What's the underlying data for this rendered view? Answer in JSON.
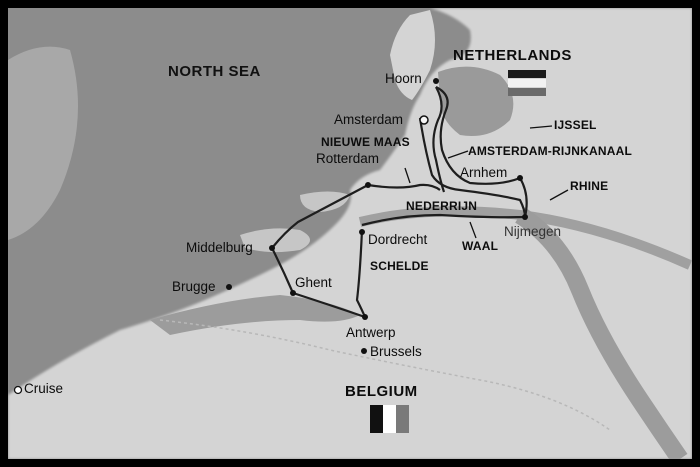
{
  "map": {
    "countries": [
      {
        "key": "netherlands",
        "label": "NETHERLANDS"
      },
      {
        "key": "belgium",
        "label": "BELGIUM"
      }
    ],
    "sea": "NORTH SEA",
    "cities": {
      "hoorn": "Hoorn",
      "amsterdam": "Amsterdam",
      "rotterdam": "Rotterdam",
      "arnhem": "Arnhem",
      "nijmegen": "Nijmegen",
      "dordrecht": "Dordrecht",
      "middelburg": "Middelburg",
      "brugge": "Brugge",
      "ghent": "Ghent",
      "antwerp": "Antwerp",
      "brussels": "Brussels"
    },
    "waterways": {
      "ijssel": "IJSSEL",
      "nieuwe_maas": "NIEUWE MAAS",
      "amsterdam_rijnkanaal": "AMSTERDAM-RIJNKANAAL",
      "rhine": "RHINE",
      "nederrijn": "NEDERRIJN",
      "waal": "WAAL",
      "schelde": "SCHELDE"
    },
    "legend": {
      "cruise_label": "Cruise"
    },
    "flag_colors": {
      "netherlands": [
        "#1a1a1a",
        "#f2f2f2",
        "#6a6a6a"
      ],
      "belgium": [
        "#111111",
        "#ffffff",
        "#7a7a7a"
      ]
    },
    "colors": {
      "land": "#d6d6d6",
      "water": "#8c8c8c",
      "route": "#1e1e1e"
    }
  }
}
